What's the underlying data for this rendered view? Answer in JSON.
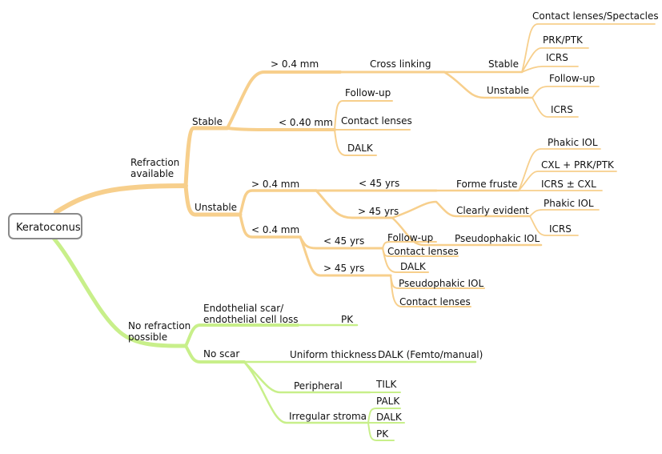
{
  "diagram": {
    "root": "Keratoconus",
    "refraction": {
      "label": "Refraction available",
      "label_line1": "Refraction",
      "label_line2": "available",
      "stable": {
        "label": "Stable",
        "gt04": "> 0.4 mm",
        "cross_linking": "Cross linking",
        "cl_stable": "Stable",
        "cl_stable_children": [
          "Contact lenses/Spectacles",
          "PRK/PTK",
          "ICRS"
        ],
        "cl_unstable": "Unstable",
        "cl_unstable_children": [
          "Follow-up",
          "ICRS"
        ],
        "lt040": "< 0.40 mm",
        "lt040_children": [
          "Follow-up",
          "Contact lenses",
          "DALK"
        ]
      },
      "unstable": {
        "label": "Unstable",
        "gt04": "> 0.4 mm",
        "lt45": "< 45 yrs",
        "forme_fruste": "Forme fruste",
        "forme_fruste_children": [
          "Phakic IOL",
          "CXL + PRK/PTK",
          "ICRS ± CXL"
        ],
        "gt45": "> 45 yrs",
        "clearly_evident": "Clearly evident",
        "clearly_evident_children": [
          "Phakic IOL",
          "ICRS"
        ],
        "pseudophakic_iol": "Pseudophakic IOL",
        "lt04": "< 0.4 mm",
        "lt04_lt45": "< 45 yrs",
        "lt04_lt45_children": [
          "Follow-up",
          "Contact lenses",
          "DALK"
        ],
        "lt04_gt45": "> 45 yrs",
        "lt04_gt45_children": [
          "Pseudophakic IOL",
          "Contact lenses"
        ]
      }
    },
    "no_refraction": {
      "label": "No refraction possible",
      "label_line1": "No refraction",
      "label_line2": "possible",
      "scar": {
        "label": "Endothelial scar/ endothelial cell loss",
        "label_line1": "Endothelial scar/",
        "label_line2": "endothelial cell loss",
        "child": "PK"
      },
      "no_scar": {
        "label": "No scar",
        "uniform": "Uniform thickness",
        "uniform_child": "DALK (Femto/manual)",
        "peripheral": "Peripheral",
        "peripheral_child": "TILK",
        "irregular": "Irregular stroma",
        "irregular_children": [
          "PALK",
          "DALK",
          "PK"
        ]
      }
    }
  }
}
